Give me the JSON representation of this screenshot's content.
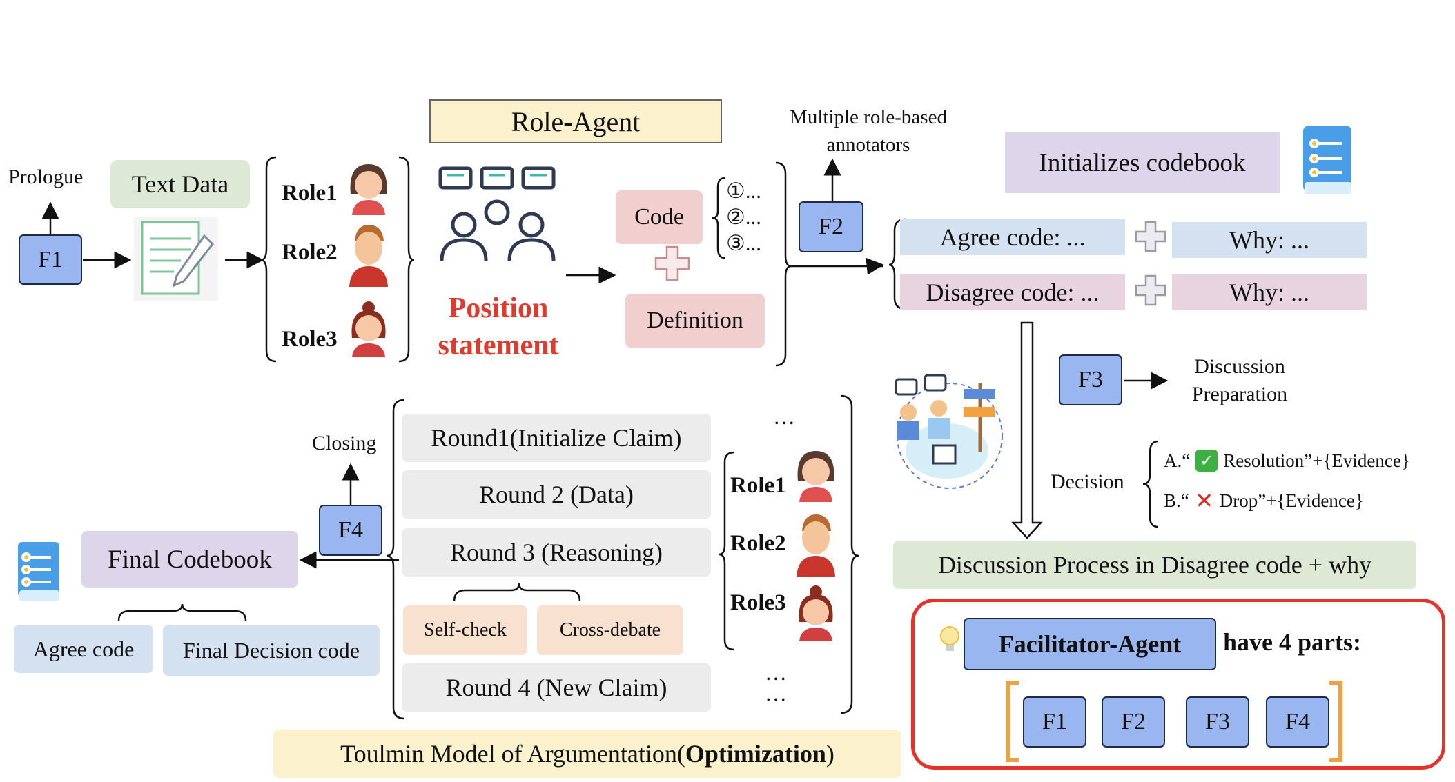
{
  "nodes": {
    "f1": "F1",
    "f2": "F2",
    "f3": "F3",
    "f4": "F4",
    "prologue": "Prologue",
    "closing": "Closing",
    "text_data": "Text Data",
    "role_agent": "Role-Agent",
    "position_statement_1": "Position",
    "position_statement_2": "statement",
    "code": "Code",
    "definition": "Definition",
    "code_items": [
      "①...",
      "②...",
      "③..."
    ],
    "multiple_annotators_1": "Multiple role-based",
    "multiple_annotators_2": "annotators",
    "initializes_codebook": "Initializes codebook",
    "agree_code": "Agree code: ...",
    "disagree_code": "Disagree code: ...",
    "why": "Why: ...",
    "discussion_prep_1": "Discussion",
    "discussion_prep_2": "Preparation",
    "decision": "Decision",
    "decision_a_pre": "A.“",
    "decision_a_post": "Resolution”+{Evidence}",
    "decision_b_pre": "B.“",
    "decision_b_post": "Drop”+{Evidence}",
    "discussion_process": "Discussion Process in Disagree code + why",
    "rounds": [
      "Round1(Initialize Claim)",
      "Round 2 (Data)",
      "Round 3 (Reasoning)",
      "Round 4 (New Claim)"
    ],
    "self_check": "Self-check",
    "cross_debate": "Cross-debate",
    "ellipsis": "…",
    "ellipsis2": "…",
    "ellipsis3": "…",
    "final_codebook": "Final Codebook",
    "final_agree_code": "Agree code",
    "final_decision_code": "Final Decision code",
    "toulmin_pre": "Toulmin Model of Argumentation(",
    "toulmin_bold": "Optimization",
    "toulmin_post": ")",
    "facilitator_agent": "Facilitator-Agent",
    "have_parts": "have 4 parts:",
    "parts": [
      "F1",
      "F2",
      "F3",
      "F4"
    ]
  },
  "roles": [
    "Role1",
    "Role2",
    "Role3"
  ],
  "colors": {
    "fbox": "#9ab6f1",
    "green_box": "#dde9d5",
    "yellow_box": "#fbf1cd",
    "pink_box": "#f1cfcf",
    "lavender_box": "#ddd5e9",
    "blue_box": "#d4e1f1",
    "mauve_box": "#e7d4df",
    "grey_box": "#ececec",
    "peach_box": "#f8e1cf",
    "red_text": "#e03a2f",
    "red_border": "#e4332b",
    "orange_bracket": "#f0a040"
  }
}
